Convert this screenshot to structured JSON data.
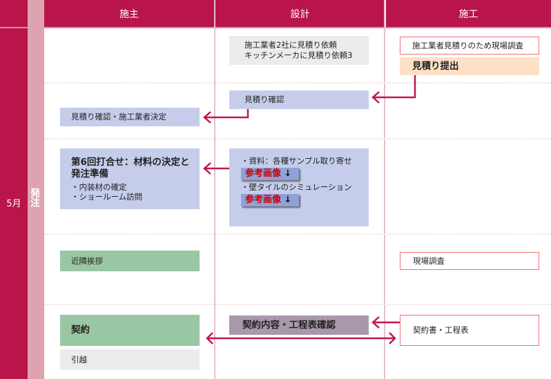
{
  "columns": [
    "施主",
    "設計",
    "施工"
  ],
  "month": "5月",
  "phase": "発注",
  "rows": {
    "r1": {
      "design": [
        "施工業者2社に見積り依頼",
        "キッチンメーカに見積り依頼3"
      ],
      "build1": "施工業者見積りのため現場調査",
      "build2": "見積り提出"
    },
    "r2": {
      "design": "見積り確認",
      "owner": "見積り確認・施工業者決定"
    },
    "r3": {
      "owner_title": "第6回打合せ：材料の決定と発注準備",
      "owner_items": [
        "・内装材の確定",
        "・ショールーム訪問"
      ],
      "design_items": [
        "・資料：各種サンプル取り寄せ",
        "・壁タイルのシミュレーション"
      ],
      "ref_button": "参考画像",
      "ref_arrow": "↓"
    },
    "r4": {
      "owner": "近隣挨拶",
      "build": "現場調査"
    },
    "r5": {
      "owner": "契約",
      "owner2": "引越",
      "design": "契約内容・工程表確認",
      "build": "契約書・工程表"
    }
  },
  "colors": {
    "crimson": "#b9154a",
    "pink": "#dda4b0",
    "arrow": "#c0174e"
  }
}
